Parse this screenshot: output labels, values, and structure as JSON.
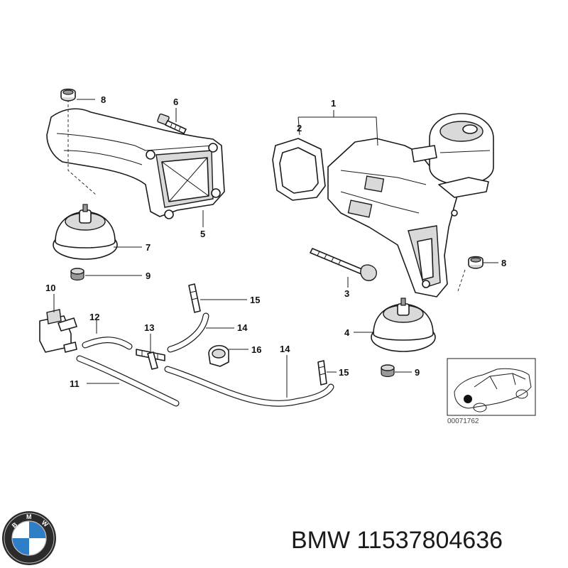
{
  "diagram": {
    "callouts": {
      "c1": "1",
      "c2": "2",
      "c3": "3",
      "c4": "4",
      "c5": "5",
      "c6": "6",
      "c7": "7",
      "c8a": "8",
      "c8b": "8",
      "c9a": "9",
      "c9b": "9",
      "c10": "10",
      "c11": "11",
      "c12": "12",
      "c13": "13",
      "c14a": "14",
      "c14b": "14",
      "c15a": "15",
      "c15b": "15",
      "c16": "16"
    },
    "reference_number": "00071762"
  },
  "brand": {
    "name": "BMW",
    "part_number": "11537804636",
    "logo_colors": {
      "blue": "#2f7fc8",
      "white": "#ffffff",
      "ring": "#1a1a1a"
    }
  }
}
